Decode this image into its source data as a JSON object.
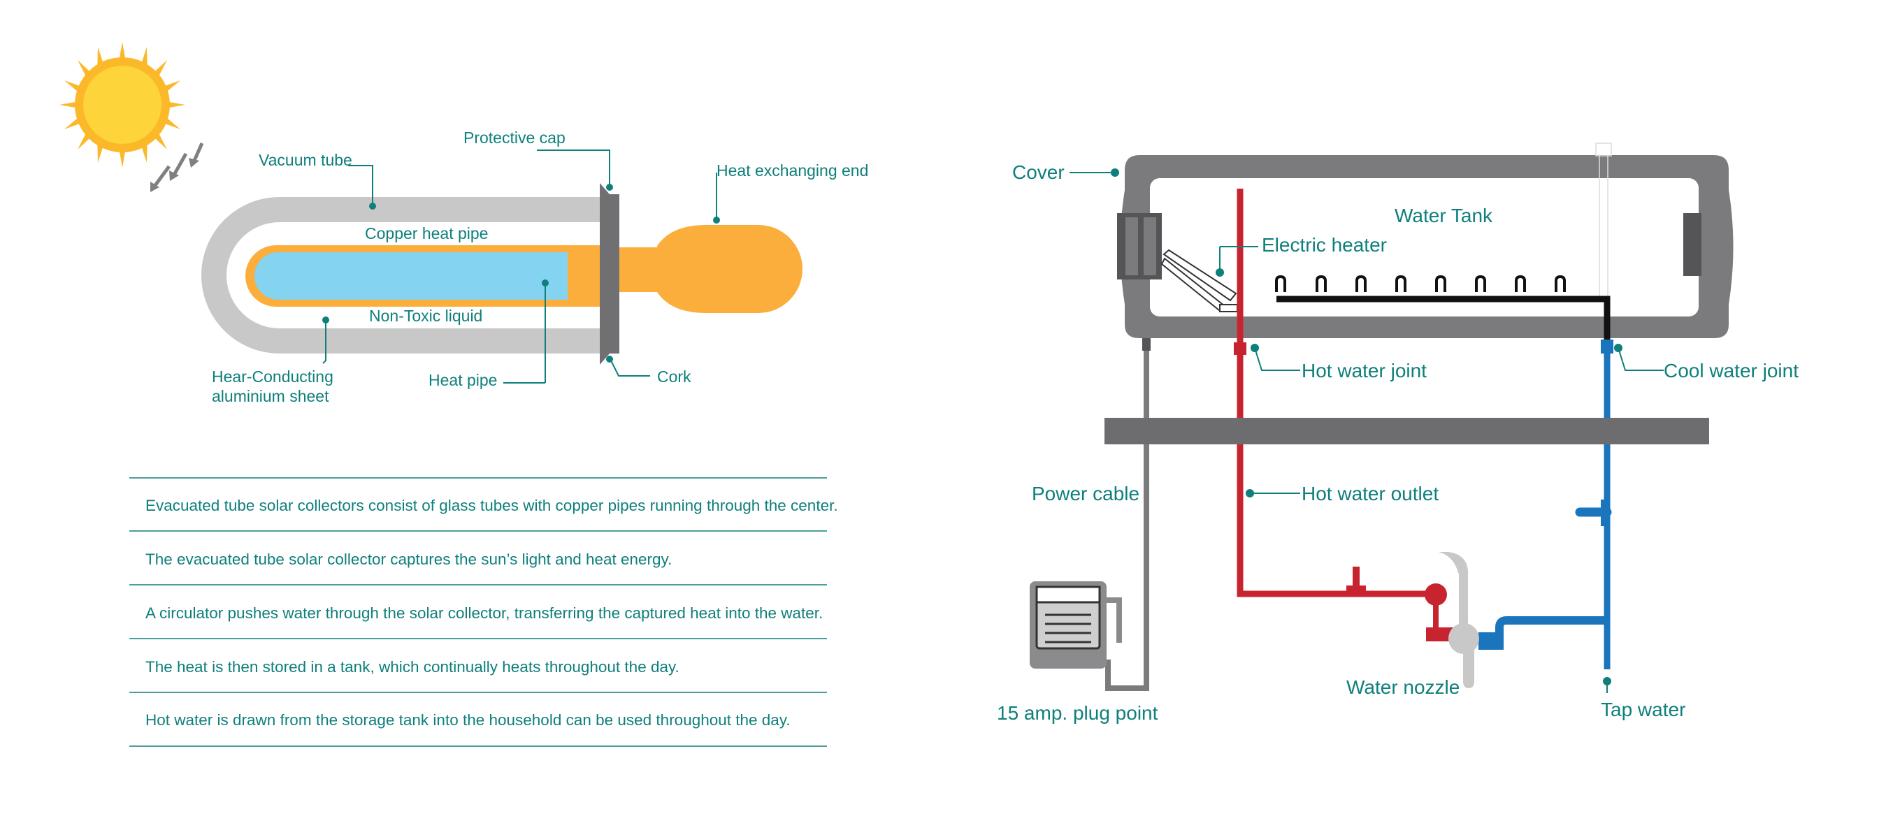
{
  "colors": {
    "teal": "#0e7f7b",
    "sun": "#fbb829",
    "glass": "#c8c8c8",
    "copper": "#fbae3c",
    "liquid": "#84d3f1",
    "tank_gray": "#7b7b7e",
    "hot_pipe": "#c8242f",
    "cold_pipe": "#1a75bc"
  },
  "collector": {
    "labels": {
      "vacuum_tube": "Vacuum tube",
      "protective_cap": "Protective cap",
      "heat_exchanging_end": "Heat exchanging end",
      "copper_heat_pipe": "Copper heat pipe",
      "non_toxic_liquid": "Non-Toxic liquid",
      "heat_conducting_line1": "Hear-Conducting",
      "heat_conducting_line2": "aluminium sheet",
      "heat_pipe": "Heat pipe",
      "cork": "Cork"
    }
  },
  "steps": [
    "Evacuated tube solar collectors consist of glass tubes with copper pipes running through the center.",
    "The evacuated tube solar collector captures the sun’s light and heat energy.",
    "A circulator pushes water through the solar collector, transferring the captured heat into the water.",
    "The heat is then stored in a tank, which continually heats throughout the day.",
    "Hot water is drawn from the storage tank into the household can be used throughout the day."
  ],
  "tank_system": {
    "labels": {
      "cover": "Cover",
      "water_tank": "Water Tank",
      "electric_heater": "Electric heater",
      "hot_water_joint": "Hot water joint",
      "cool_water_joint": "Cool water joint",
      "power_cable": "Power cable",
      "hot_water_outlet": "Hot water outlet",
      "water_nozzle": "Water nozzle",
      "tap_water": "Tap water",
      "plug_point": "15 amp. plug point"
    }
  }
}
